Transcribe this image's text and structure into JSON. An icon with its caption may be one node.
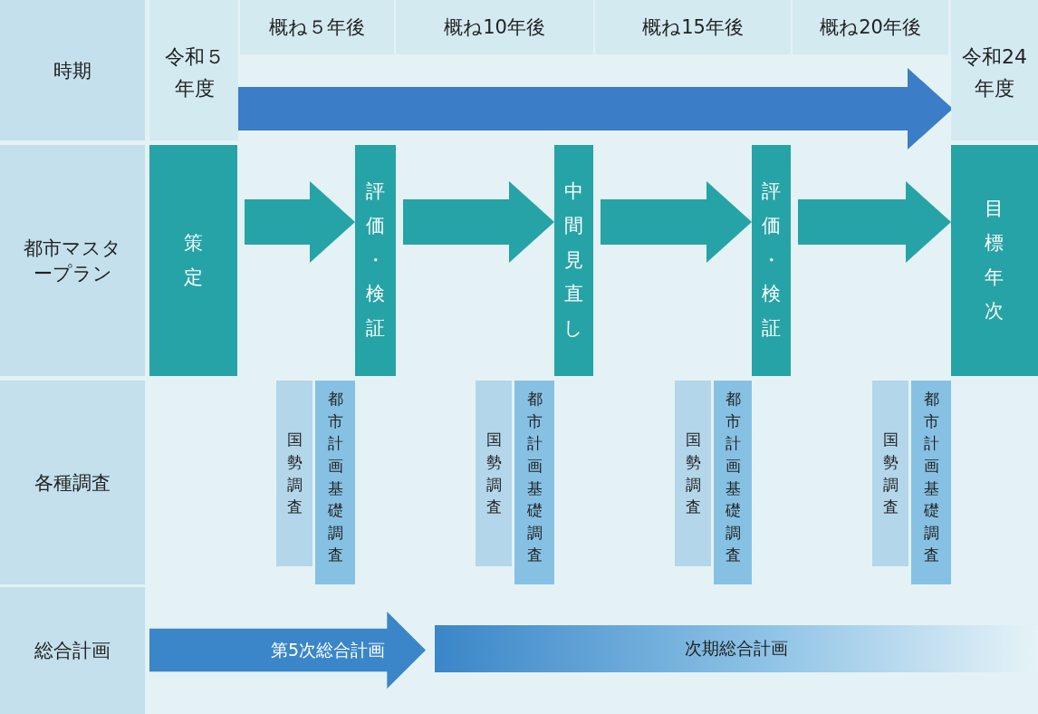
{
  "diagram": {
    "nodes": [
      {
        "text": [
          "令和５年度"
        ]
      },
      {
        "text": [
          "令和24年度"
        ]
      },
      {
        "text": [
          "策定"
        ]
      },
      {
        "text": [
          "評価・検証"
        ]
      },
      {
        "text": [
          "中間見直し"
        ]
      },
      {
        "text": [
          "評価・検証"
        ]
      },
      {
        "text": [
          "目標年次"
        ]
      },
      {
        "text": [
          "国勢調査"
        ]
      },
      {
        "text": [
          "都市計画基礎調査"
        ]
      },
      {
        "text": [
          "国勢調査"
        ]
      },
      {
        "text": [
          "都市計画基礎調査"
        ]
      },
      {
        "text": [
          "国勢調査"
        ]
      },
      {
        "text": [
          "都市計画基礎調査"
        ]
      },
      {
        "text": [
          "国勢調査"
        ]
      },
      {
        "text": [
          "都市計画基礎調査"
        ]
      },
      {
        "text": [
          "第5次総合計画"
        ]
      },
      {
        "text": [
          "次期総合計画"
        ]
      }
    ],
    "edges": [
      {
        "from": 0,
        "to": 1,
        "arrow": "to",
        "color": "#3b7dc6"
      },
      {
        "from": 2,
        "to": 3,
        "arrow": "to"
      },
      {
        "from": 3,
        "to": 4,
        "arrow": "to"
      },
      {
        "from": 4,
        "to": 5,
        "arrow": "to"
      },
      {
        "from": 5,
        "to": 6,
        "arrow": "to"
      }
    ],
    "labels": [
      "時期",
      "概ね５年後",
      "概ね10年後",
      "概ね15年後",
      "概ね20年後",
      "都市マスタープラン",
      "各種調査",
      "総合計画"
    ]
  }
}
